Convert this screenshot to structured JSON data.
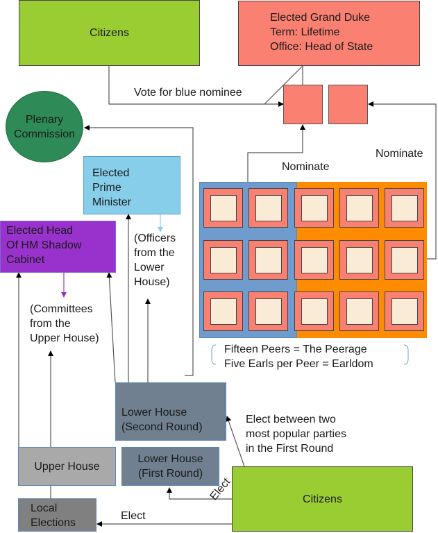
{
  "nodes": {
    "citizens_top": {
      "label": "Citizens",
      "color": "#9acd32"
    },
    "grand_duke": {
      "label": "Elected Grand Duke\nTerm: Lifetime\nOffice: Head of State",
      "color": "#fa8072"
    },
    "plenary_commission": {
      "label": "Plenary\nCommission",
      "color": "#2e8b57"
    },
    "prime_minister": {
      "label": "Elected\nPrime\nMinister",
      "color": "#87ceeb"
    },
    "shadow_cabinet": {
      "label": "Elected Head\nOf HM Shadow\nCabinet",
      "color": "#9932cc"
    },
    "lower_house_second": {
      "label": "Lower House\n(Second Round)",
      "color": "#708090"
    },
    "lower_house_first": {
      "label": "Lower House\n(First Round)",
      "color": "#708090"
    },
    "upper_house": {
      "label": "Upper House",
      "color": "#a9a9a9"
    },
    "local_elections": {
      "label": "Local\nElections",
      "color": "#808080"
    },
    "citizens_bottom": {
      "label": "Citizens",
      "color": "#9acd32"
    },
    "nominee_box_blue": {
      "label": "",
      "color": "#fa8072"
    },
    "nominee_box_orange": {
      "label": "",
      "color": "#fa8072"
    }
  },
  "peerage": {
    "blue_faction_color": "#6f9ccd",
    "orange_faction_color": "#ff8c00",
    "peer_color": "#fa8072",
    "earl_color": "#faebd7",
    "rows": 3,
    "blue_columns": 2,
    "orange_columns": 3,
    "caption": "Fifteen Peers = The Peerage\nFive Earls per Peer = Earldom"
  },
  "labels": {
    "vote_blue": "Vote for blue nominee",
    "nominate_left": "Nominate",
    "nominate_right": "Nominate",
    "officers": "(Officers\nfrom the\nLower\nHouse)",
    "committees": "(Committees\nfrom the\nUpper House)",
    "elect_between": "Elect between two\nmost popular parties\nin the First Round",
    "elect_rotated": "Elect",
    "elect_local": "Elect"
  }
}
